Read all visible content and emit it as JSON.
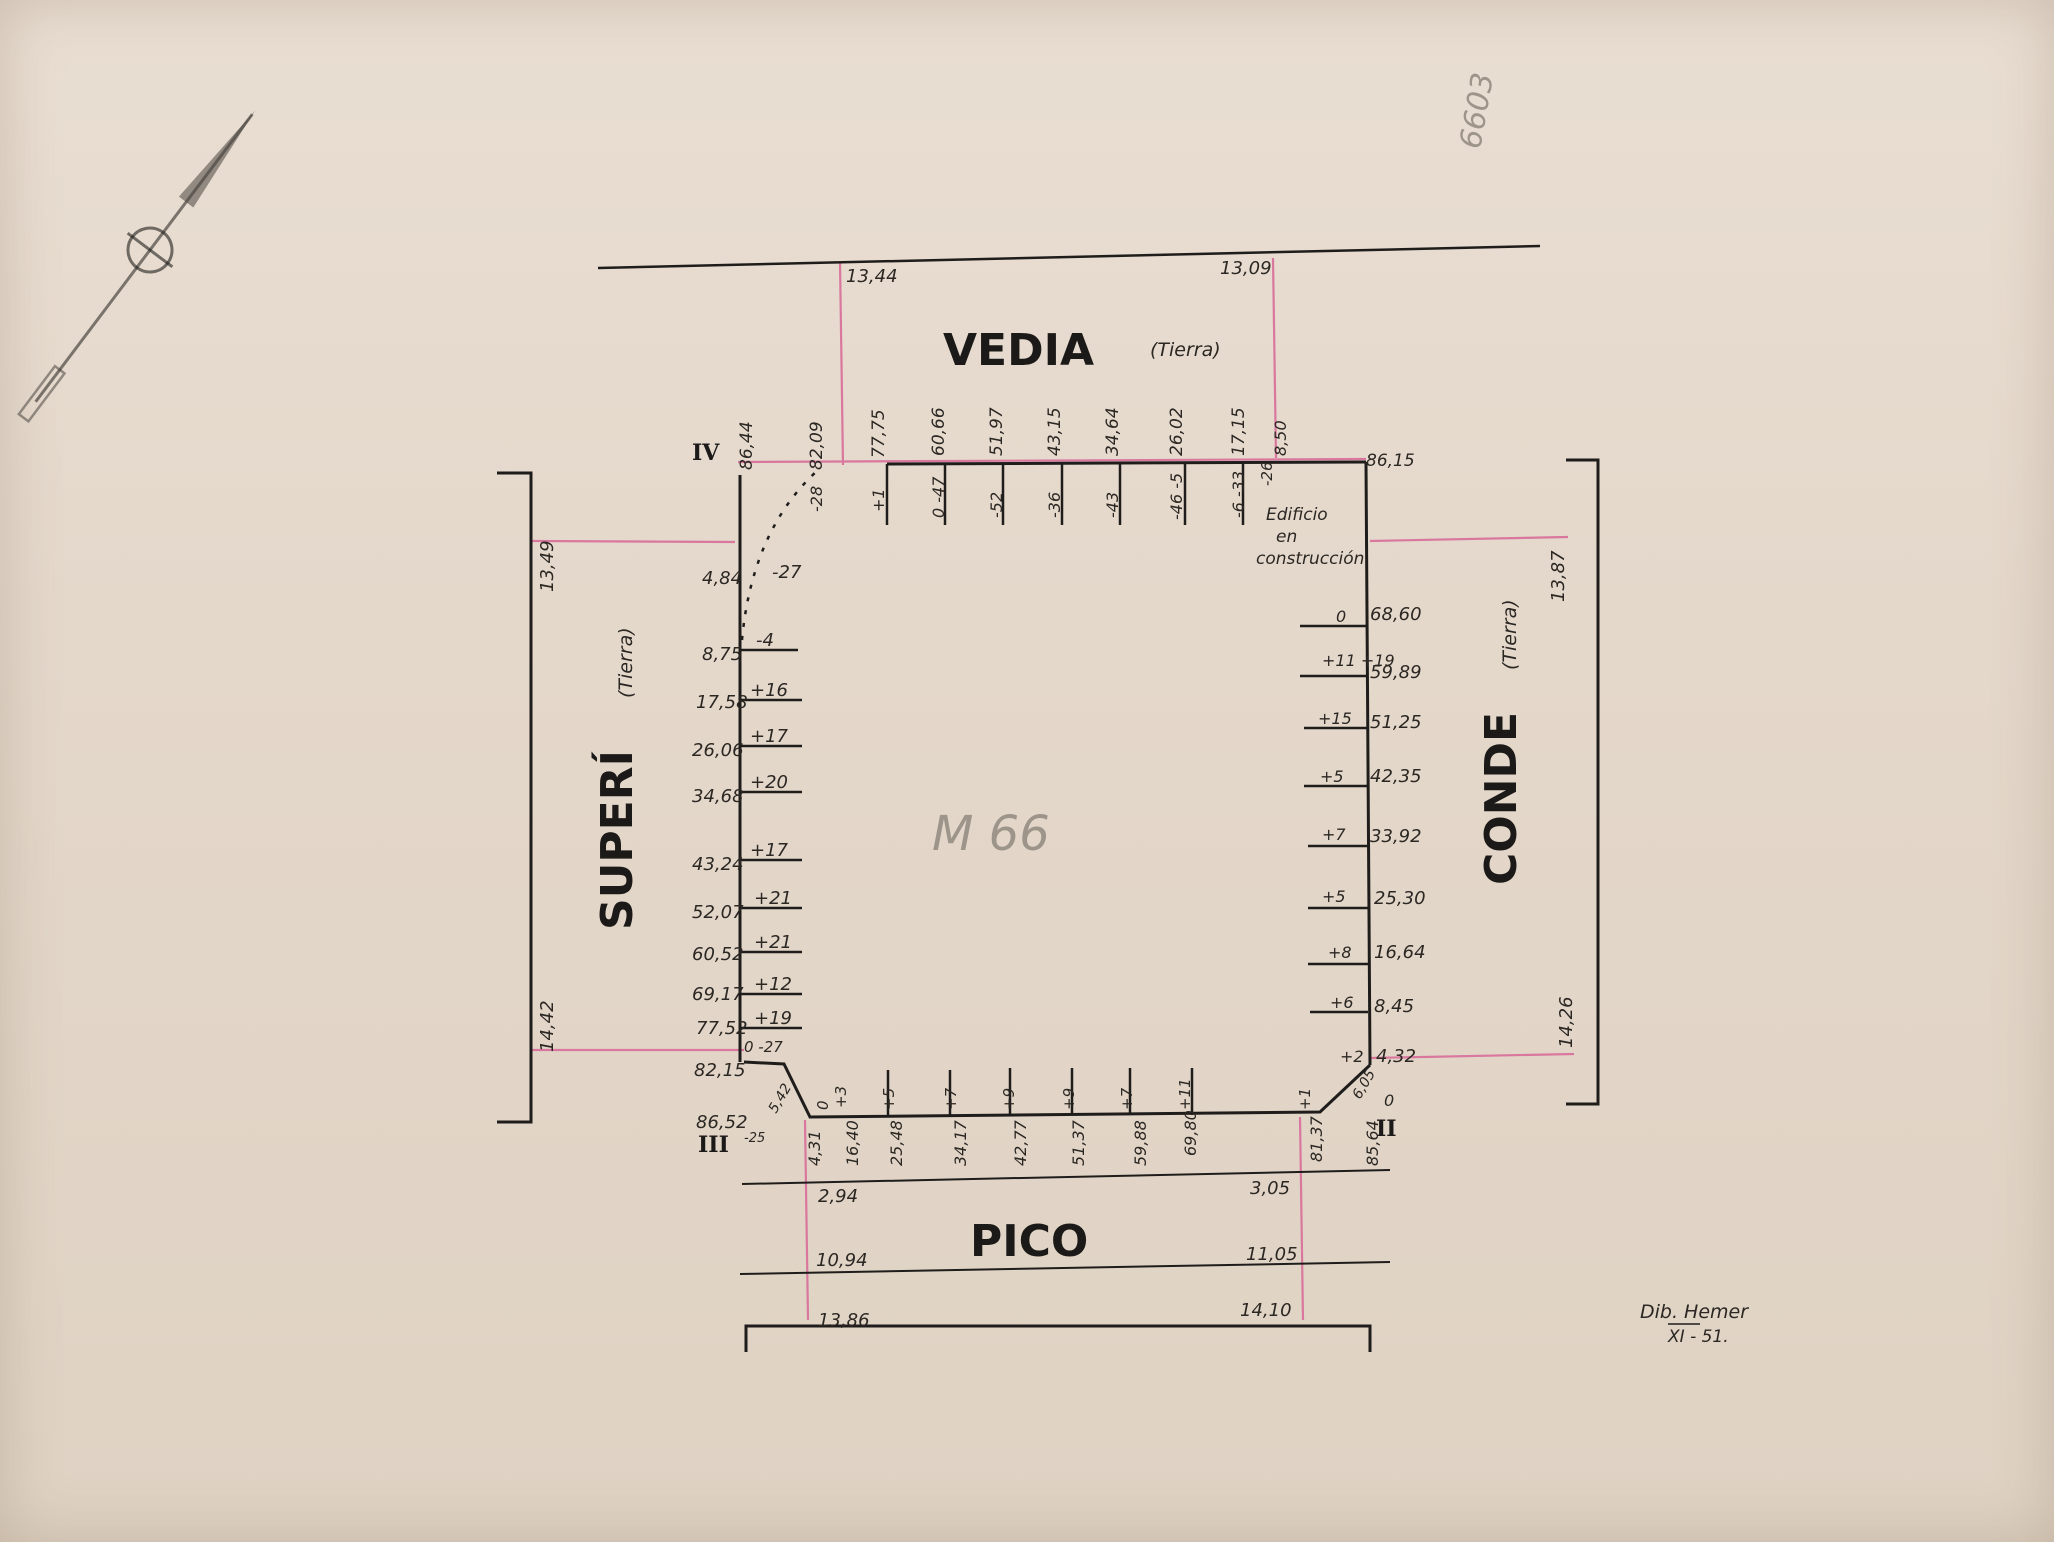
{
  "streets": {
    "top": {
      "name": "VEDIA",
      "surface": "(Tierra)"
    },
    "left": {
      "name": "SUPERÍ",
      "surface": "(Tierra)"
    },
    "right": {
      "name": "CONDE",
      "surface": "(Tierra)"
    },
    "bottom": {
      "name": "PICO"
    }
  },
  "corners": {
    "nw": "IV",
    "ne": "",
    "se": "II",
    "sw": "III"
  },
  "building_note": {
    "line1": "Edificio",
    "line2": "en",
    "line3": "construcción"
  },
  "street_widths": {
    "vedia_left": "13,44",
    "vedia_right": "13,09",
    "superi_top": "13,49",
    "superi_bottom": "14,42",
    "conde_top": "13,87",
    "conde_bottom": "14,26",
    "pico_a_left": "2,94",
    "pico_a_right": "3,05",
    "pico_b_left": "10,94",
    "pico_b_right": "11,05",
    "pico_c_left": "13,86",
    "pico_c_right": "14,10"
  },
  "north_side": {
    "corner_left": "86,44",
    "corner_right": "86,15",
    "stations": [
      {
        "dist": "82,09",
        "level": "-28"
      },
      {
        "dist": "77,75",
        "level": "+1"
      },
      {
        "dist": "60,66",
        "level": "0 -47"
      },
      {
        "dist": "51,97",
        "level": "-52"
      },
      {
        "dist": "43,15",
        "level": "-36"
      },
      {
        "dist": "34,64",
        "level": "-43"
      },
      {
        "dist": "26,02",
        "level": "-46 -5"
      },
      {
        "dist": "17,15",
        "level": "-6 -33"
      },
      {
        "dist": "8,50",
        "level": "-26"
      }
    ]
  },
  "west_side": {
    "stations": [
      {
        "dist": "4,84",
        "level": "-27"
      },
      {
        "dist": "8,75",
        "level": "-4"
      },
      {
        "dist": "17,58",
        "level": "+16"
      },
      {
        "dist": "26,06",
        "level": "+17"
      },
      {
        "dist": "34,68",
        "level": "+20"
      },
      {
        "dist": "43,24",
        "level": "+17"
      },
      {
        "dist": "52,07",
        "level": "+21"
      },
      {
        "dist": "60,52",
        "level": "+21"
      },
      {
        "dist": "69,17",
        "level": "+12"
      },
      {
        "dist": "77,52",
        "level": "+19"
      },
      {
        "dist": "82,15",
        "level": "0 -27"
      },
      {
        "dist": "86,52",
        "level": "-25"
      }
    ],
    "chamfer": "5,42"
  },
  "east_side": {
    "stations": [
      {
        "dist": "68,60",
        "level": "0"
      },
      {
        "dist": "59,89",
        "level": "+11 +19"
      },
      {
        "dist": "51,25",
        "level": "+15"
      },
      {
        "dist": "42,35",
        "level": "+5"
      },
      {
        "dist": "33,92",
        "level": "+7"
      },
      {
        "dist": "25,30",
        "level": "+5"
      },
      {
        "dist": "16,64",
        "level": "+8"
      },
      {
        "dist": "8,45",
        "level": "+6"
      },
      {
        "dist": "4,32",
        "level": "+2"
      }
    ],
    "chamfer": "6,05",
    "corner_level": "0"
  },
  "south_side": {
    "corner_right": "85,64",
    "stations": [
      {
        "dist": "4,31",
        "level": "0"
      },
      {
        "dist": "16,40",
        "level": "+3"
      },
      {
        "dist": "25,48",
        "level": "+5"
      },
      {
        "dist": "34,17",
        "level": "+7"
      },
      {
        "dist": "42,77",
        "level": "+9"
      },
      {
        "dist": "51,37",
        "level": "+9"
      },
      {
        "dist": "59,88",
        "level": "+7"
      },
      {
        "dist": "69,80",
        "level": "+11"
      },
      {
        "dist": "81,37",
        "level": "+1"
      }
    ]
  },
  "pencil_mark": "M 66",
  "corner_pencil": "6603",
  "signature": {
    "text": "Dib. Hemer",
    "date": "XI - 51."
  }
}
